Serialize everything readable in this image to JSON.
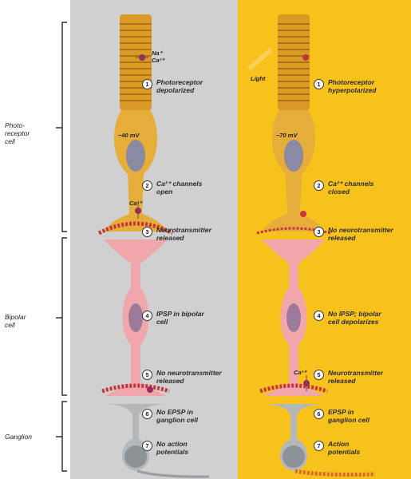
{
  "side_labels": {
    "photoreceptor": "Photo-\nreceptor\ncell",
    "bipolar": "Bipolar\ncell",
    "ganglion": "Ganglion"
  },
  "dark": {
    "ions": "Na⁺\nCa²⁺",
    "voltage": "−40 mV",
    "ca_label": "Ca²⁺",
    "steps": [
      {
        "n": "1",
        "text": "Photoreceptor\ndepolarized"
      },
      {
        "n": "2",
        "text": "Ca²⁺ channels\nopen"
      },
      {
        "n": "3",
        "text": "Neurotransmitter\nreleased"
      },
      {
        "n": "4",
        "text": "IPSP in bipolar\ncell"
      },
      {
        "n": "5",
        "text": "No neurotransmitter\nreleased"
      },
      {
        "n": "6",
        "text": "No EPSP in\nganglion cell"
      },
      {
        "n": "7",
        "text": "No action\npotentials"
      }
    ]
  },
  "light": {
    "light_label": "Light",
    "voltage": "−70 mV",
    "ca_label": "Ca²⁺",
    "steps": [
      {
        "n": "1",
        "text": "Photoreceptor\nhyperpolarized"
      },
      {
        "n": "2",
        "text": "Ca²⁺ channels\nclosed"
      },
      {
        "n": "3",
        "text": "No neurotransmitter\nreleased"
      },
      {
        "n": "4",
        "text": "No IPSP; bipolar\ncell depolarizes"
      },
      {
        "n": "5",
        "text": "Neurotransmitter\nreleased"
      },
      {
        "n": "6",
        "text": "EPSP in\nganglion cell"
      },
      {
        "n": "7",
        "text": "Action\npotentials"
      }
    ]
  },
  "colors": {
    "dark_bg": "#cfd0cf",
    "light_bg": "#f8c21c",
    "photoreceptor": "#e0a52c",
    "bipolar": "#f0a6aa",
    "ganglion": "#b5b8bb",
    "synapse": "#c8343c"
  }
}
